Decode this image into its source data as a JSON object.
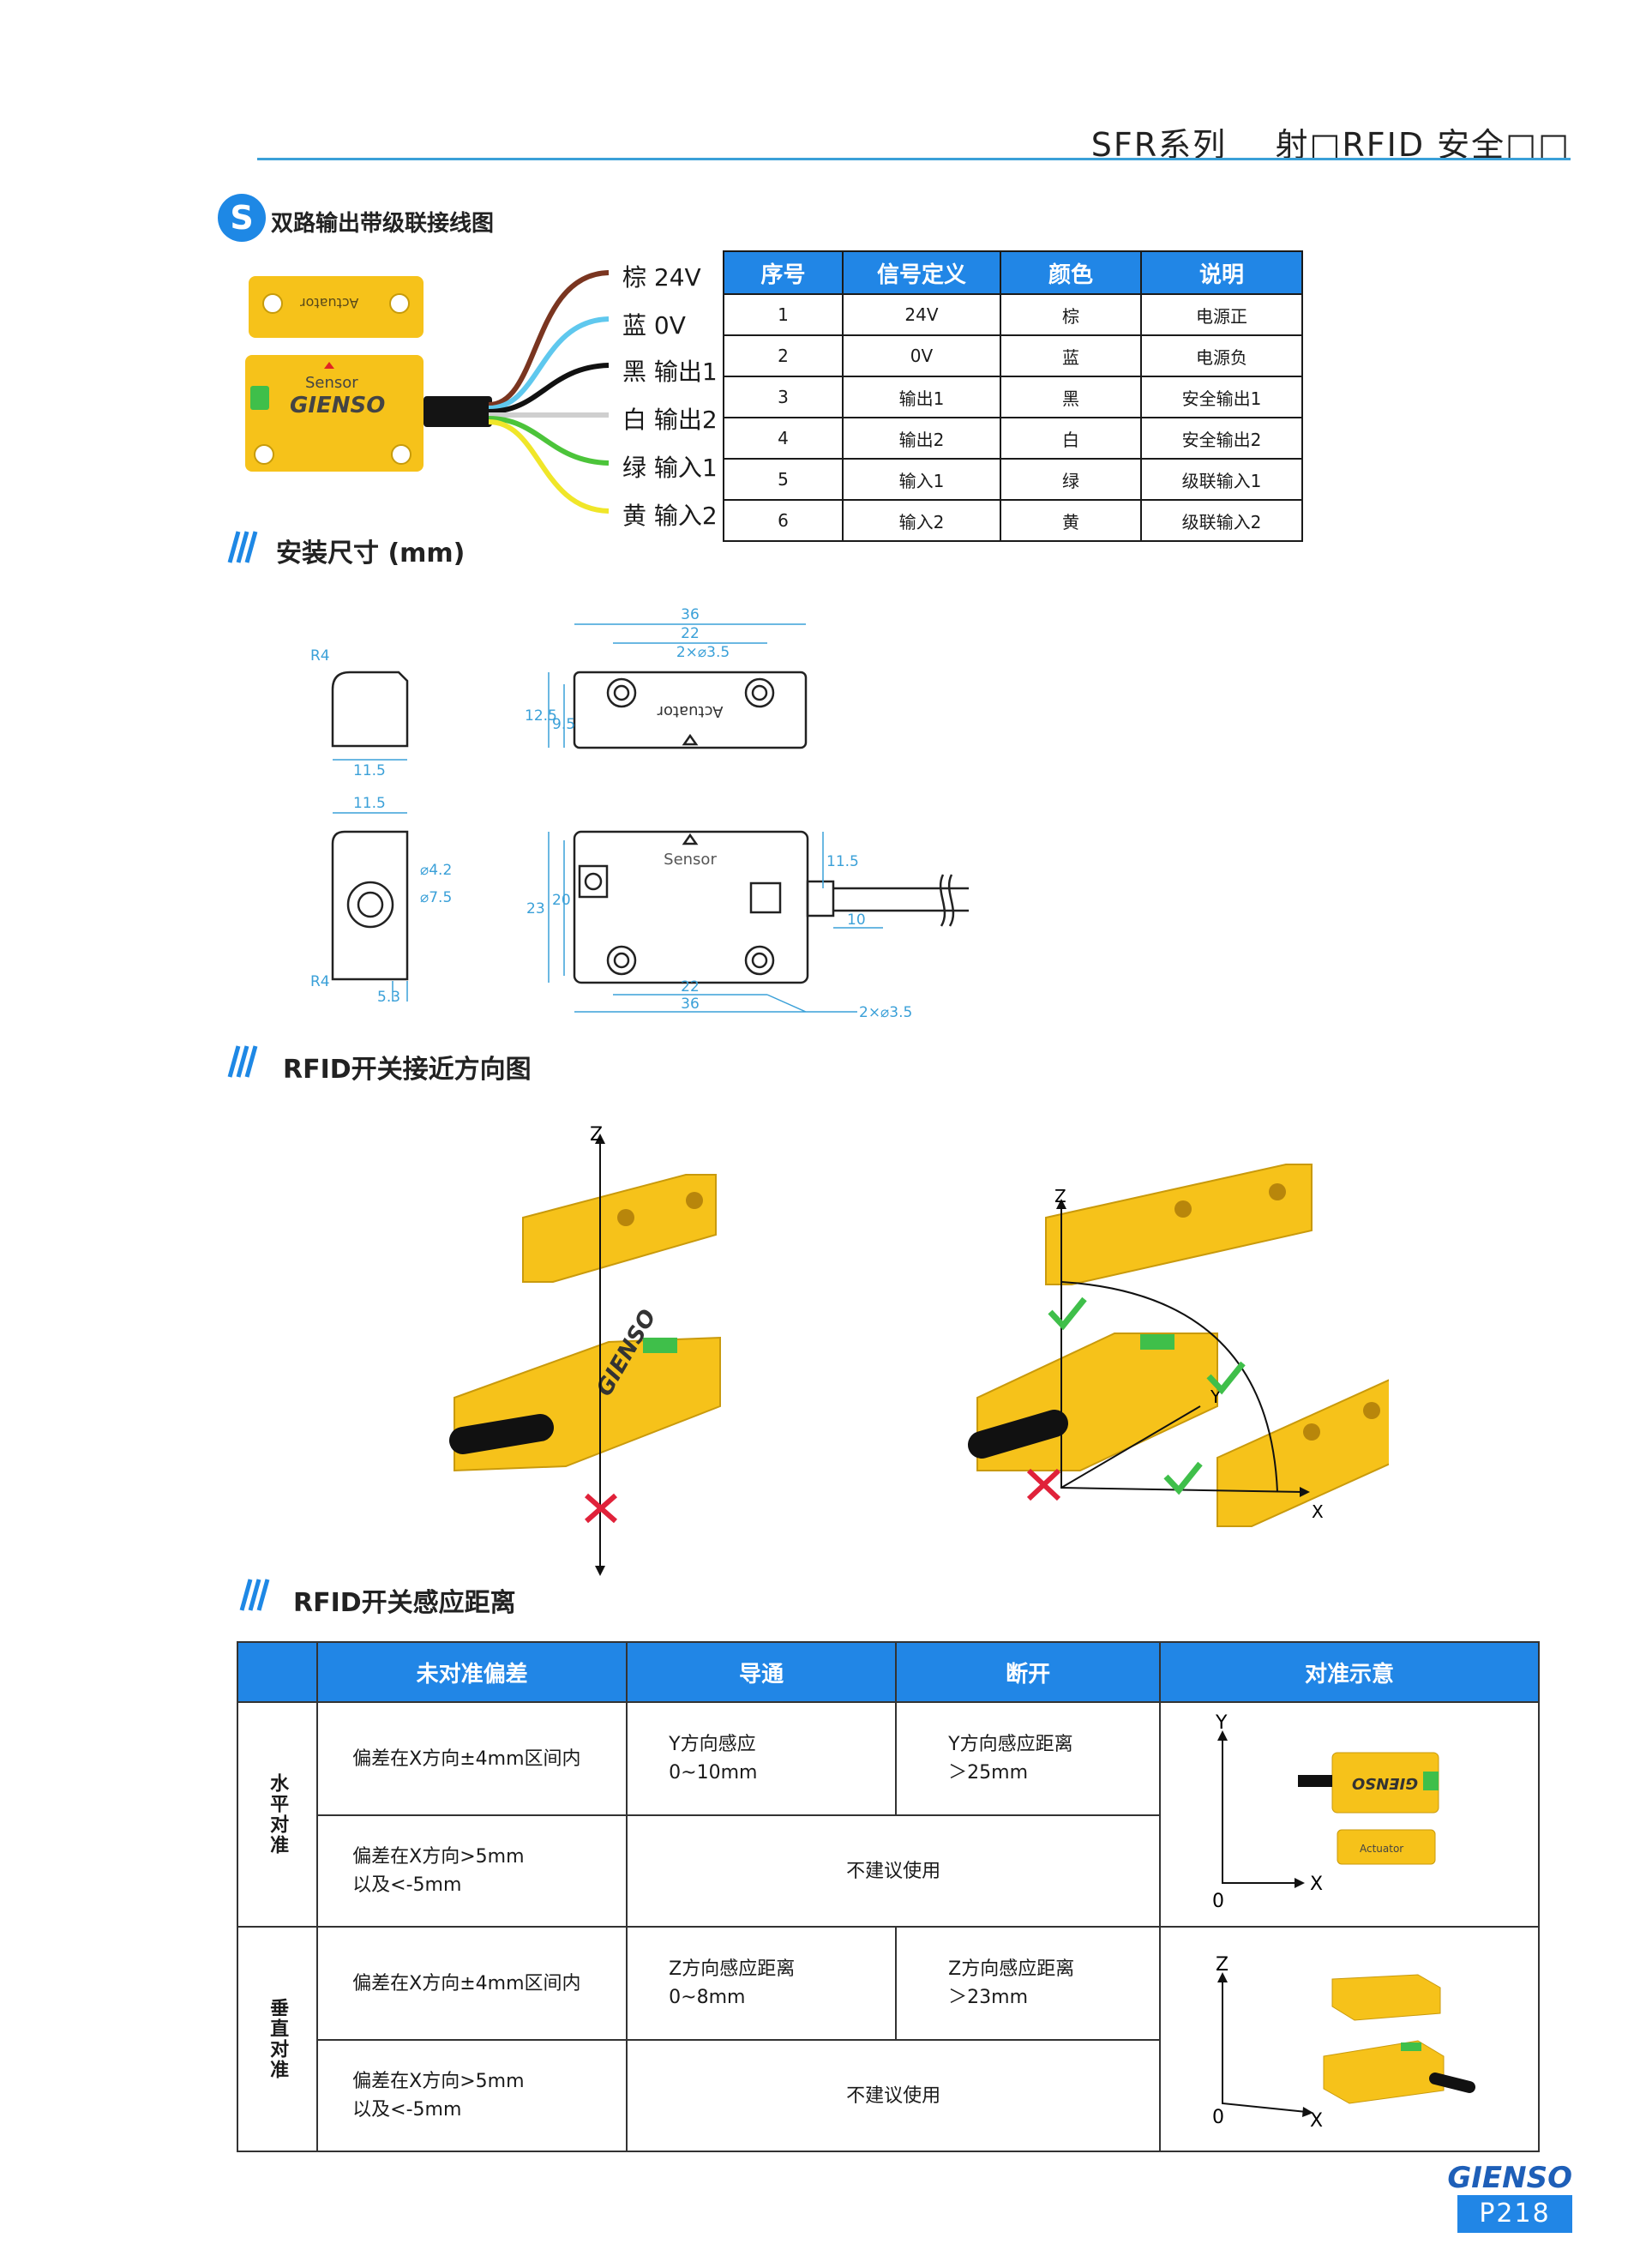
{
  "header": {
    "series": "SFR系列",
    "product": "射□RFID 安全□□"
  },
  "wiring": {
    "badge": "S",
    "title": "双路输出带级联接线图",
    "wires": [
      {
        "label": "棕 24V",
        "color": "#7a3520"
      },
      {
        "label": "蓝 0V",
        "color": "#5fc8ee"
      },
      {
        "label": "黑 输出1",
        "color": "#111111"
      },
      {
        "label": "白 输出2",
        "color": "#cfcfcf"
      },
      {
        "label": "绿 输入1",
        "color": "#4cc43a"
      },
      {
        "label": "黄 输入2",
        "color": "#f0e629"
      }
    ],
    "actuator_label": "Actuator",
    "sensor_label": "Sensor",
    "brand": "GIENSO"
  },
  "wire_table": {
    "headers": [
      "序号",
      "信号定义",
      "颜色",
      "说明"
    ],
    "rows": [
      [
        "1",
        "24V",
        "棕",
        "电源正"
      ],
      [
        "2",
        "0V",
        "蓝",
        "电源负"
      ],
      [
        "3",
        "输出1",
        "黑",
        "安全输出1"
      ],
      [
        "4",
        "输出2",
        "白",
        "安全输出2"
      ],
      [
        "5",
        "输入1",
        "绿",
        "级联输入1"
      ],
      [
        "6",
        "输入2",
        "黄",
        "级联输入2"
      ]
    ]
  },
  "dimensions": {
    "title": "安装尺寸 (mm)",
    "labels": {
      "r4": "R4",
      "w115": "11.5",
      "d36": "36",
      "d22": "22",
      "holes": "2×⌀3.5",
      "d125": "12.5",
      "d95": "9.5",
      "actuator": "Actuator",
      "sensor": "Sensor",
      "d42": "⌀4.2",
      "d75": "⌀7.5",
      "d53": "5.3",
      "d23": "23",
      "d20": "20",
      "d10": "10"
    }
  },
  "direction": {
    "title": "RFID开关接近方向图",
    "axis_z": "Z",
    "axis_y": "Y",
    "axis_x": "X"
  },
  "distance": {
    "title": "RFID开关感应距离",
    "headers": [
      "未对准偏差",
      "导通",
      "断开",
      "对准示意"
    ],
    "groups": [
      {
        "name": "水平对准",
        "rows": [
          {
            "dev": "偏差在X方向±4mm区间内",
            "on": "Y方向感应\n0~10mm",
            "off": "Y方向感应距离\n＞25mm"
          },
          {
            "dev": "偏差在X方向>5mm\n以及<-5mm",
            "na": "不建议使用"
          }
        ],
        "axis_v": "Y",
        "axis_h": "X",
        "origin": "0"
      },
      {
        "name": "垂直对准",
        "rows": [
          {
            "dev": "偏差在X方向±4mm区间内",
            "on": "Z方向感应距离\n0~8mm",
            "off": "Z方向感应距离\n＞23mm"
          },
          {
            "dev": "偏差在X方向>5mm\n以及<-5mm",
            "na": "不建议使用"
          }
        ],
        "axis_v": "Z",
        "axis_h": "X",
        "origin": "0"
      }
    ]
  },
  "footer": {
    "brand": "GIENSO",
    "page": "P218"
  }
}
